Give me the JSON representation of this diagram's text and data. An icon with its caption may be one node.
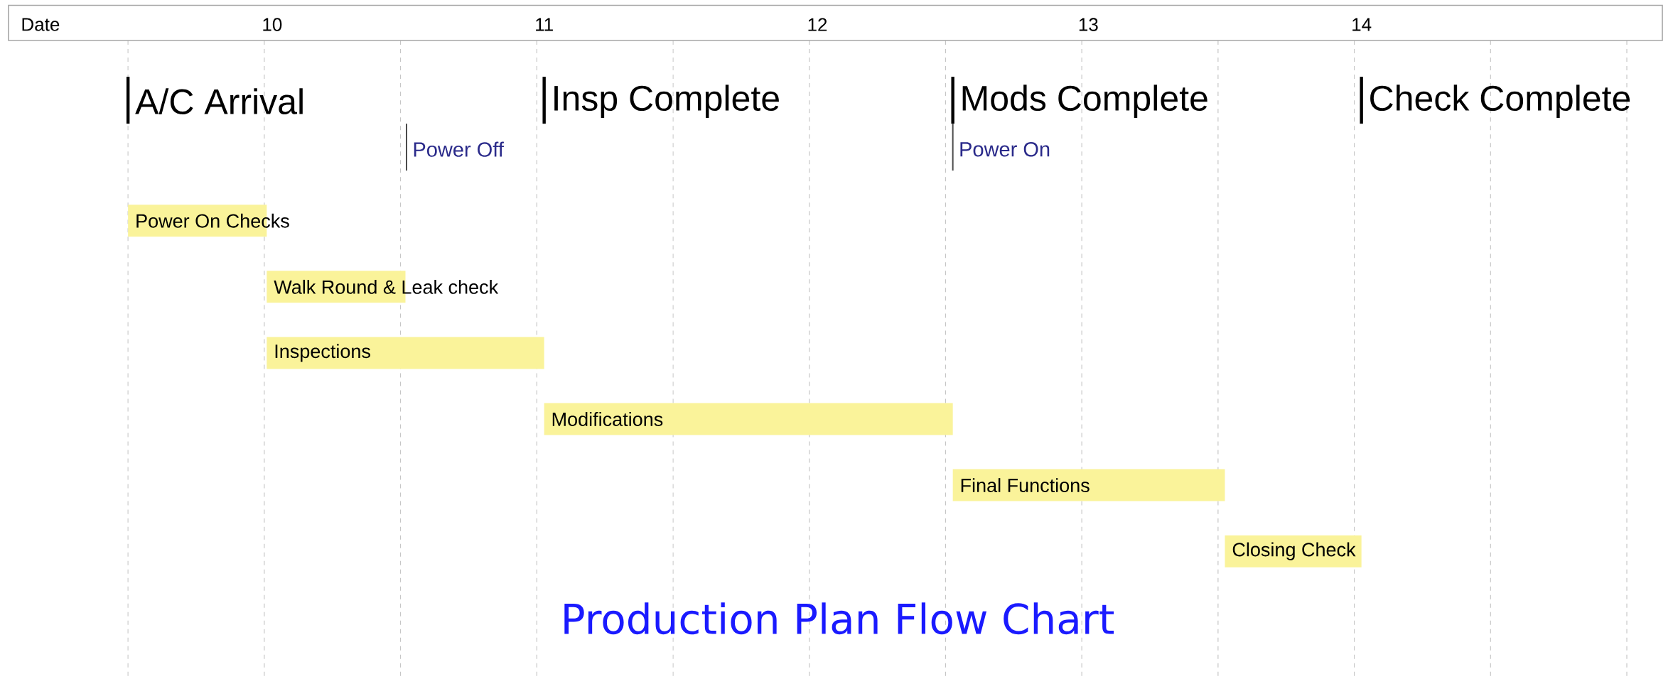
{
  "diagram": {
    "title": "Production Plan Flow Chart",
    "nodes": [
      {
        "text": [
          "Power On Checks"
        ]
      },
      {
        "text": [
          "Walk Round & Leak check"
        ]
      },
      {
        "text": [
          "Inspections"
        ]
      },
      {
        "text": [
          "Modifications"
        ]
      },
      {
        "text": [
          "Final Functions"
        ]
      },
      {
        "text": [
          "Closing Check"
        ]
      }
    ],
    "labels": [
      "Date",
      "10",
      "11",
      "12",
      "13",
      "14",
      "A/C Arrival",
      "Insp Complete",
      "Mods Complete",
      "Check Complete",
      "Power Off",
      "Power On"
    ]
  }
}
